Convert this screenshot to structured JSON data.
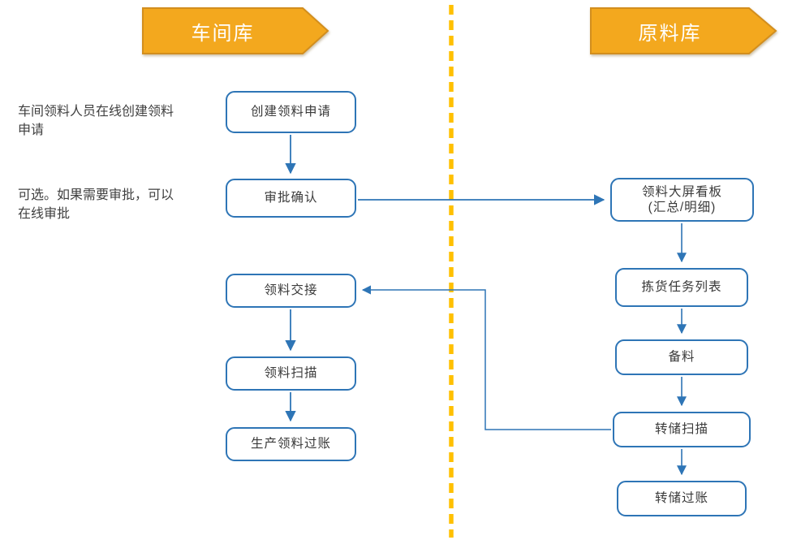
{
  "lanes": [
    {
      "id": "workshop-warehouse",
      "label": "车间库",
      "nodes": [
        {
          "label": "创建领料申请"
        },
        {
          "label": "审批确认"
        },
        {
          "label": "领料交接"
        },
        {
          "label": "领料扫描"
        },
        {
          "label": "生产领料过账"
        }
      ]
    },
    {
      "id": "raw-material-warehouse",
      "label": "原料库",
      "nodes": [
        {
          "label": "领料大屏看板",
          "label2": "(汇总/明细)"
        },
        {
          "label": "拣货任务列表"
        },
        {
          "label": "备料"
        },
        {
          "label": "转储扫描"
        },
        {
          "label": "转储过账"
        }
      ]
    }
  ],
  "annotations": [
    {
      "text": "车间领料人员在线创建领料申请"
    },
    {
      "text": "可选。如果需要审批，可以在线审批"
    }
  ],
  "colors": {
    "banner_fill": "#F3A81E",
    "banner_border": "#D28E1E",
    "divider_dash": "#FFC000",
    "node_border": "#2E75B6",
    "connector": "#2E75B6",
    "text": "#3A3A3A",
    "banner_text": "#FFFFFF"
  }
}
